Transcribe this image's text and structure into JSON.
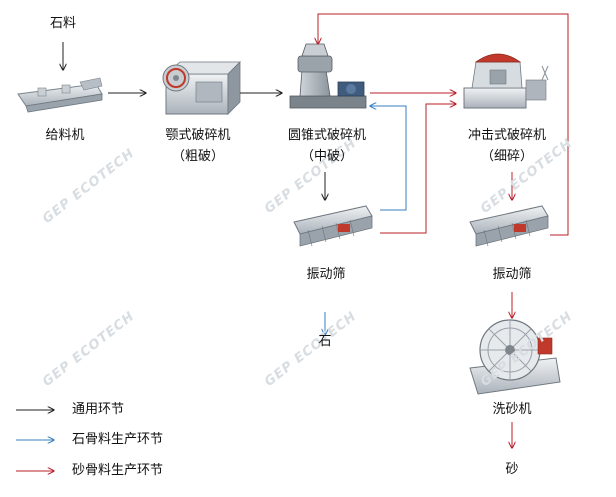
{
  "input_label": "石料",
  "machines": {
    "feeder": "给料机",
    "jaw": "颚式破碎机",
    "jaw_sub": "（粗破）",
    "cone": "圆锥式破碎机",
    "cone_sub": "（中破）",
    "impact": "冲击式破碎机",
    "impact_sub": "（细碎）",
    "screen1": "振动筛",
    "screen2": "振动筛",
    "washer": "洗砂机"
  },
  "outputs": {
    "stone": "石",
    "sand": "砂"
  },
  "legend": [
    {
      "label": "通用环节",
      "color": "#222222",
      "icon": "arrow"
    },
    {
      "label": "石骨料生产环节",
      "color": "#3a7fc0",
      "icon": "arrow"
    },
    {
      "label": "砂骨料生产环节",
      "color": "#b8202a",
      "icon": "arrow"
    }
  ],
  "watermark": "GEP ECOTECH"
}
